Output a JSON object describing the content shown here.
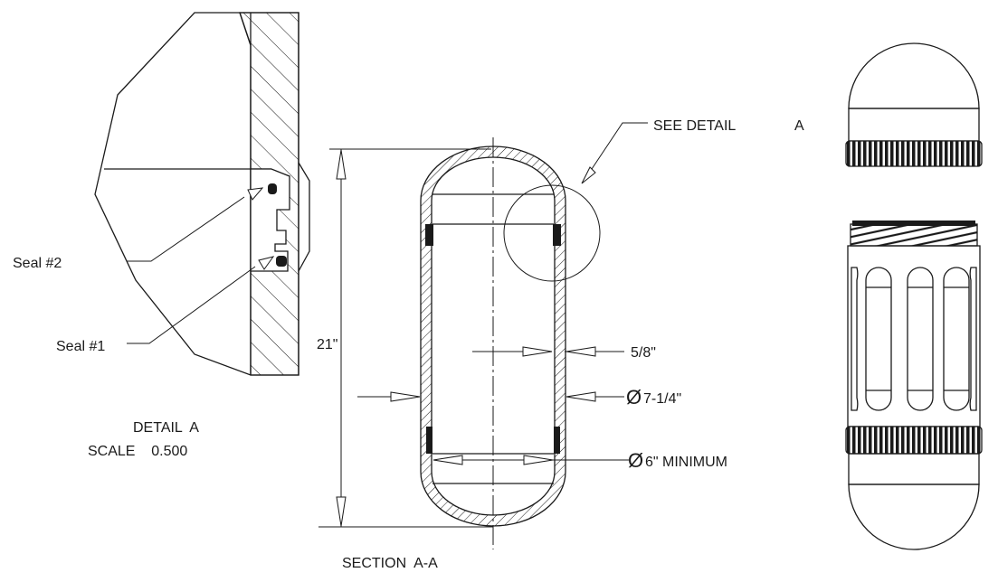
{
  "labels": {
    "see_detail": "SEE DETAIL",
    "see_detail_letter": "A",
    "seal_2": "Seal #2",
    "seal_1": "Seal #1",
    "detail_title": "DETAIL  A",
    "detail_scale": "SCALE    0.500",
    "section_title": "SECTION  A-A",
    "height_dim": "21\"",
    "wall_dim": "5/8\"",
    "outer_dia_symbol": "Ø",
    "outer_dia": "7-1/4\"",
    "inner_dia_symbol": "Ø",
    "inner_dia": "6\" MINIMUM"
  },
  "colors": {
    "line": "#1a1a1a",
    "background": "#ffffff"
  }
}
